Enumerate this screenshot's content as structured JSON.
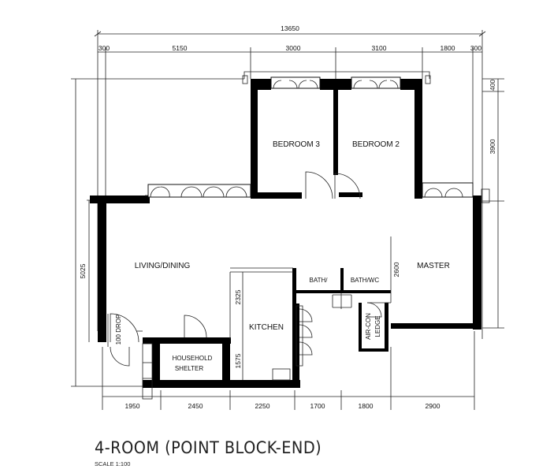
{
  "title": "4-ROOM (POINT BLOCK-END)",
  "scale": "SCALE  1:100",
  "rooms": {
    "bedroom3": "BEDROOM 3",
    "bedroom2": "BEDROOM 2",
    "living": "LIVING/DINING",
    "master": "MASTER",
    "bath": "BATH/",
    "bath_wc": "BATH/WC",
    "kitchen": "KITCHEN",
    "shelter_1": "HOUSEHOLD",
    "shelter_2": "SHELTER",
    "aircon_1": "AIR-CON",
    "aircon_2": "LEDGE",
    "drop": "100 DROP"
  },
  "dimensions": {
    "top_total": "13650",
    "top_segments": [
      "300",
      "5150",
      "3000",
      "3100",
      "1800",
      "300"
    ],
    "bottom_segments": [
      "1950",
      "2450",
      "2250",
      "1700",
      "1800",
      "2900"
    ],
    "left_vertical": "5025",
    "right_upper": "400",
    "right_mid": "3900",
    "kitchen_upper": "2325",
    "kitchen_lower": "1575",
    "bath_depth": "2600"
  }
}
